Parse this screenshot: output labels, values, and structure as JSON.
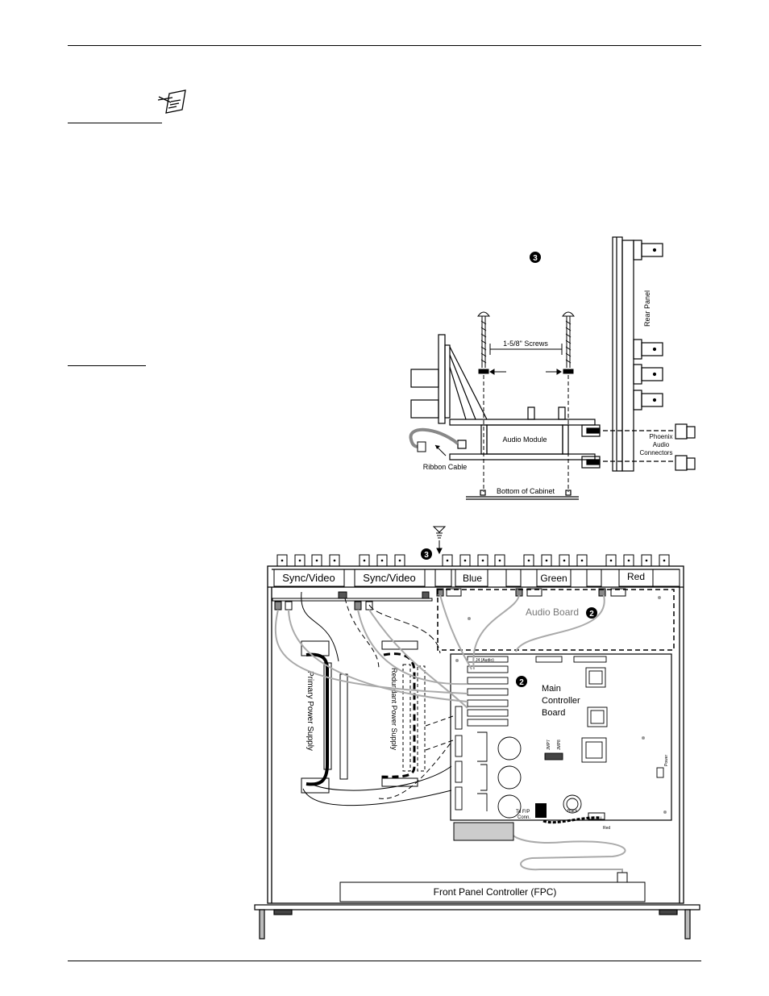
{
  "side_view": {
    "step_marker": "❸",
    "rear_panel_label": "Rear  Panel",
    "screws_label": "1-5/8\"  Screws",
    "audio_module_label": "Audio  Module",
    "ribbon_cable_label": "Ribbon  Cable",
    "phoenix_label_1": "Phoenix",
    "phoenix_label_2": "Audio",
    "phoenix_label_3": "Connectors",
    "cabinet_label": "Bottom  of  Cabinet"
  },
  "top_view": {
    "step_marker": "❸",
    "rear_slots": [
      "Sync/Video",
      "Sync/Video",
      "Blue",
      "Green",
      "Red"
    ],
    "audio_board_label": "Audio Board",
    "audio_board_marker": "❷",
    "main_board_marker": "❷",
    "main_board_label_1": "Main",
    "main_board_label_2": "Controller",
    "main_board_label_3": "Board",
    "j4_label": "J4 (Audio)",
    "primary_ps_label": "Primary  Power  Supply",
    "redundant_ps_label": "Redundant Power Supply",
    "jmp_label_1": "JMP7",
    "jmp_label_2": "JMP8",
    "power_label": "Power",
    "to_fp_label_1": "To  F/P",
    "to_fp_label_2": "Conn.",
    "black_label": "Black",
    "red_label": "Red",
    "fpc_label": "Front Panel Controller (FPC)"
  }
}
